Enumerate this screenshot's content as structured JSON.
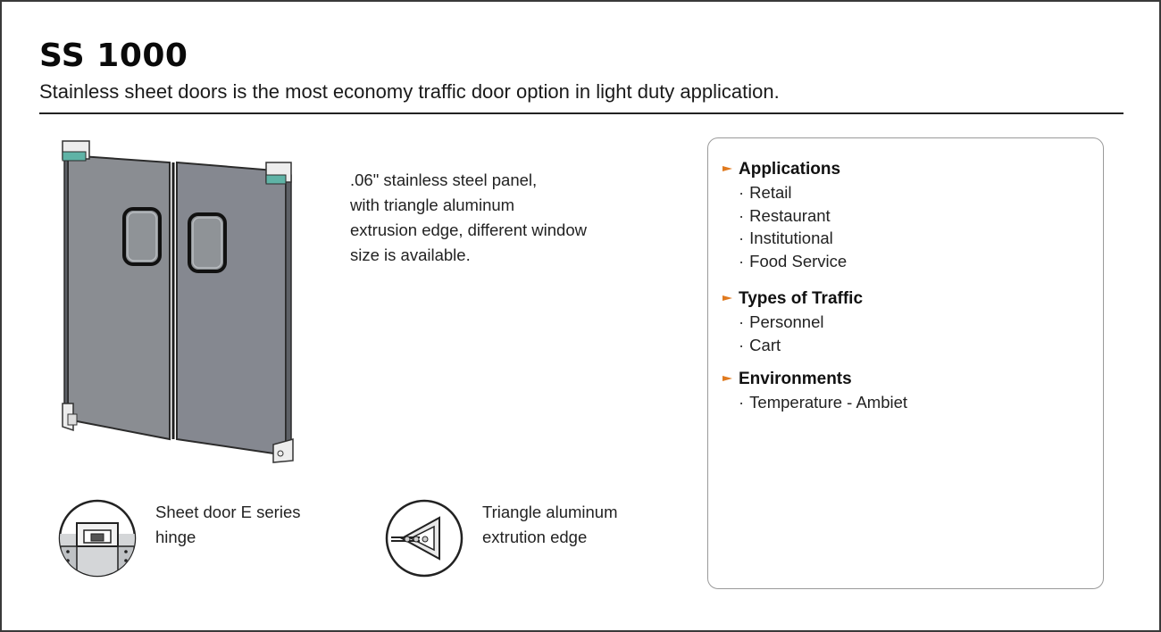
{
  "header": {
    "title": "SS 1000",
    "subtitle": "Stainless sheet doors is the most economy traffic door option in light duty application."
  },
  "description": {
    "lines": [
      ".06\" stainless steel panel,",
      "with triangle aluminum",
      "extrusion edge, different window",
      "size is available."
    ]
  },
  "features": [
    {
      "icon": "hinge-icon",
      "lines": [
        "Sheet door E series",
        "hinge"
      ]
    },
    {
      "icon": "triangle-edge-icon",
      "lines": [
        "Triangle aluminum",
        "extrution edge"
      ]
    }
  ],
  "info": {
    "bullet_char": "·",
    "marker_color": "#e07a1f",
    "sections": [
      {
        "title": "Applications",
        "items": [
          "Retail",
          "Restaurant",
          "Institutional",
          "Food Service"
        ]
      },
      {
        "title": "Types of Traffic",
        "items": [
          "Personnel",
          "Cart"
        ]
      },
      {
        "title": "Environments",
        "items": [
          "Temperature - Ambiet"
        ]
      }
    ]
  },
  "colors": {
    "door_panel": "#8a8d92",
    "hinge_teal": "#5fb3a6",
    "accent_orange": "#e07a1f"
  }
}
